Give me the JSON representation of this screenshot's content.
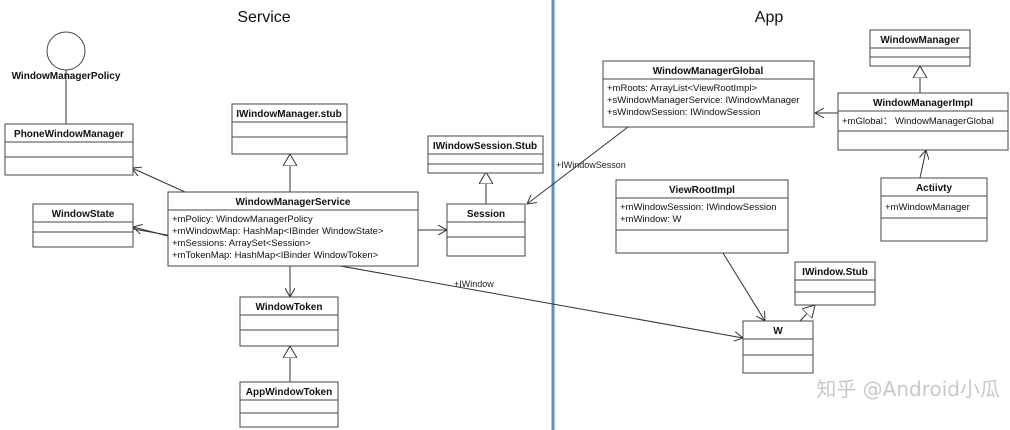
{
  "sections": {
    "left": "Service",
    "right": "App"
  },
  "policy": {
    "label": "WindowManagerPolicy"
  },
  "classes": {
    "phone_window_manager": {
      "name": "PhoneWindowManager",
      "attrs": []
    },
    "iwindow_manager_stub": {
      "name": "IWindowManager.stub",
      "attrs": []
    },
    "iwindow_session_stub": {
      "name": "IWindowSession.Stub",
      "attrs": []
    },
    "window_state": {
      "name": "WindowState",
      "attrs": []
    },
    "window_manager_service": {
      "name": "WindowManagerService",
      "attrs": [
        "+mPolicy: WindowManagerPolicy",
        "+mWindowMap: HashMap<IBinder  WindowState>",
        "+mSessions: ArraySet<Session>",
        "+mTokenMap: HashMap<IBinder WindowToken>"
      ]
    },
    "session": {
      "name": "Session",
      "attrs": []
    },
    "window_token": {
      "name": "WindowToken",
      "attrs": []
    },
    "app_window_token": {
      "name": "AppWindowToken",
      "attrs": []
    },
    "window_manager": {
      "name": "WindowManager",
      "attrs": []
    },
    "window_manager_global": {
      "name": "WindowManagerGlobal",
      "attrs": [
        "+mRoots: ArrayList<ViewRootImpl>",
        "+sWindowManagerService: IWindowManager",
        "+sWindowSession: IWindowSession"
      ]
    },
    "window_manager_impl": {
      "name": "WindowManagerImpl",
      "attrs": [
        "+mGlobal： WindowManagerGlobal"
      ]
    },
    "view_root_impl": {
      "name": "ViewRootImpl",
      "attrs": [
        "+mWindowSession: IWindowSession",
        "+mWindow: W"
      ]
    },
    "activity": {
      "name": "Actiivty",
      "attrs": [
        "+mWindowManager"
      ]
    },
    "iwindow_stub": {
      "name": "IWindow.Stub",
      "attrs": []
    },
    "w": {
      "name": "W",
      "attrs": []
    }
  },
  "edge_labels": {
    "iwindow_session": "+IWindowSesson",
    "iwindow": "+IWindow"
  },
  "watermark": "知乎 @Android小瓜",
  "colors": {
    "divider": "#5b8fc7",
    "stroke": "#444444"
  }
}
